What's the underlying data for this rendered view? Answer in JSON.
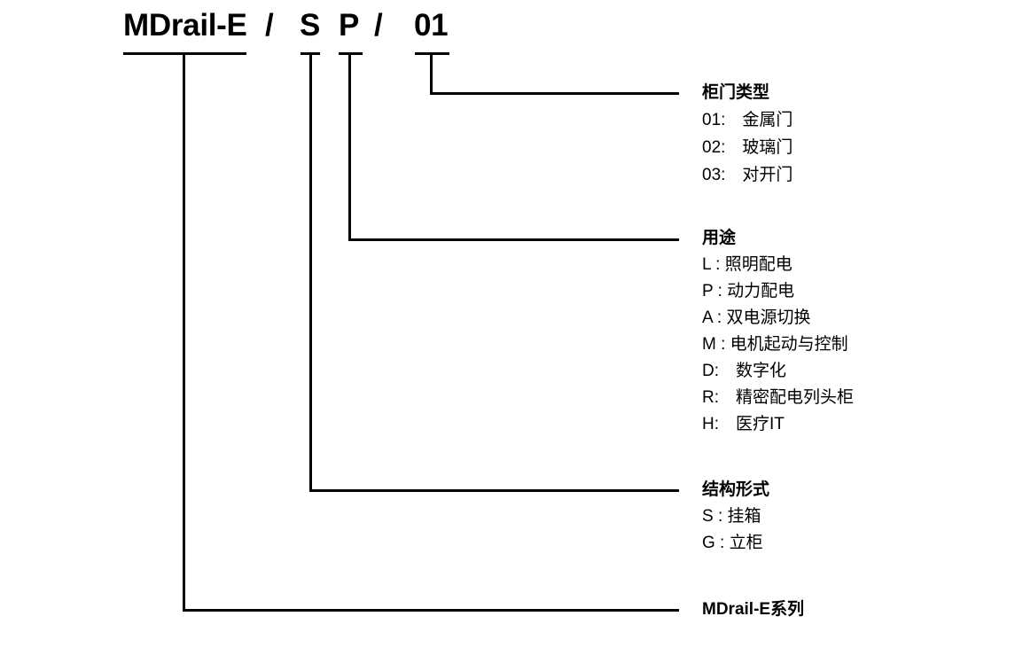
{
  "model_code": {
    "segments": [
      "MDrail-E",
      "/",
      "S",
      "P",
      "/",
      "01"
    ]
  },
  "legend": {
    "door_type": {
      "title": "柜门类型",
      "items": [
        "01:　金属门",
        "02:　玻璃门",
        "03:　对开门"
      ]
    },
    "application": {
      "title": "用途",
      "items": [
        "L : 照明配电",
        "P : 动力配电",
        "A : 双电源切换",
        "M : 电机起动与控制",
        "D:　数字化",
        "R:　精密配电列头柜",
        "H:　医疗IT"
      ]
    },
    "structure": {
      "title": "结构形式",
      "items": [
        "S : 挂箱",
        "G : 立柜"
      ]
    },
    "series": {
      "title": "MDrail-E系列"
    }
  },
  "colors": {
    "line": "#000000",
    "text": "#000000",
    "background": "#ffffff"
  }
}
